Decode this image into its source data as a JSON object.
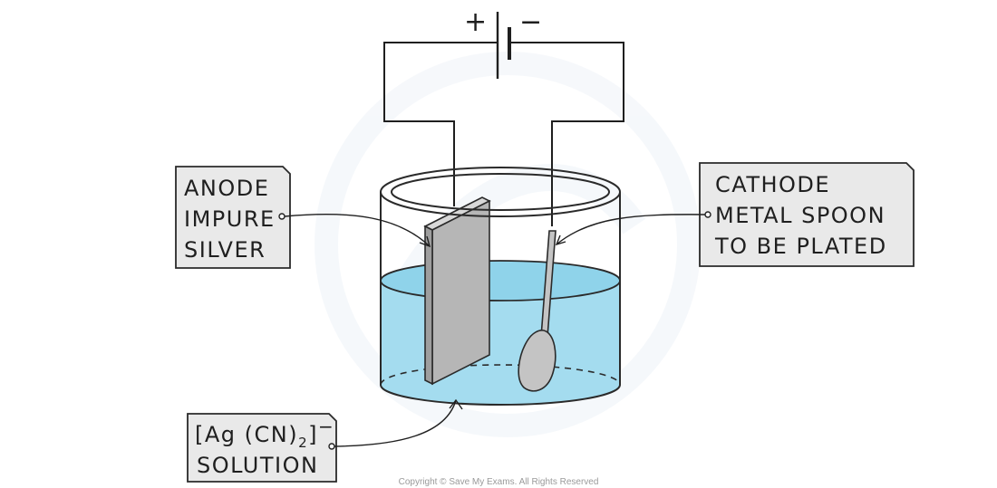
{
  "battery": {
    "positive": "+",
    "negative": "−"
  },
  "labels": {
    "anode": {
      "lines": [
        "ANODE",
        "IMPURE",
        "SILVER"
      ]
    },
    "cathode": {
      "lines": [
        "CATHODE",
        "METAL SPOON",
        "TO BE PLATED"
      ]
    },
    "solution": {
      "formula_prefix": "[Ag (CN)",
      "formula_subscript": "2",
      "formula_suffix": "]",
      "formula_charge": "−",
      "line2": "SOLUTION"
    }
  },
  "copyright": "Copyright © Save My Exams. All Rights Reserved",
  "colors": {
    "solution_fill": "#a4dcef",
    "solution_top": "#8fd3ea",
    "label_box": "#e9e9e9",
    "electrode": "#c4c4c4",
    "watermark": "#eef3f8"
  }
}
